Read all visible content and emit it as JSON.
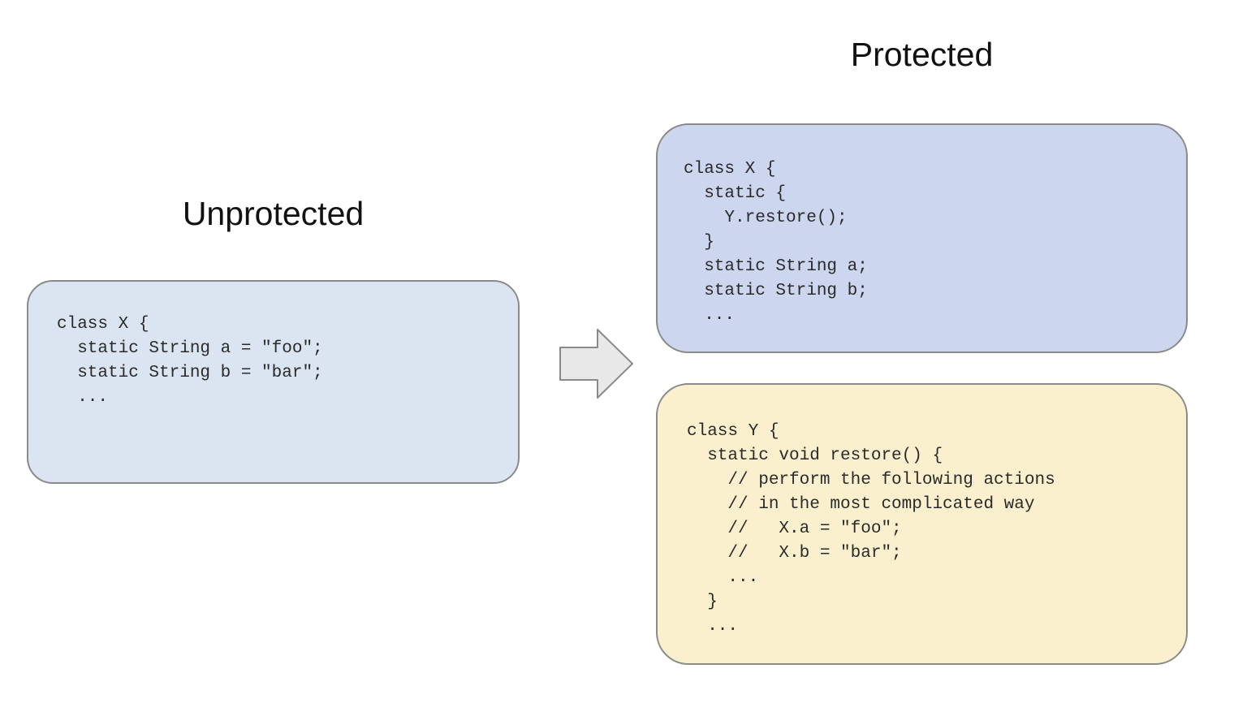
{
  "headings": {
    "unprotected": "Unprotected",
    "protected": "Protected"
  },
  "boxes": {
    "unprotected_x": {
      "lines": [
        "class X {",
        "  static String a = \"foo\";",
        "  static String b = \"bar\";",
        "  ..."
      ]
    },
    "protected_x": {
      "lines": [
        "class X {",
        "  static {",
        "    Y.restore();",
        "  }",
        "  static String a;",
        "  static String b;",
        "  ..."
      ]
    },
    "protected_y": {
      "lines": [
        "class Y {",
        "  static void restore() {",
        "    // perform the following actions",
        "    // in the most complicated way",
        "    //   X.a = \"foo\";",
        "    //   X.b = \"bar\";",
        "    ...",
        "  }",
        "  ..."
      ]
    }
  },
  "icons": {
    "arrow": "right-arrow"
  },
  "colors": {
    "unprotected_box_fill": "#dbe5f2",
    "protected_x_box_fill": "#ccd6ee",
    "protected_y_box_fill": "#fbf0ce",
    "box_border": "#8a8a8a",
    "arrow_fill": "#e8e8e8",
    "arrow_border": "#8a8a8a",
    "background": "#ffffff",
    "text": "#2a2a2a"
  }
}
